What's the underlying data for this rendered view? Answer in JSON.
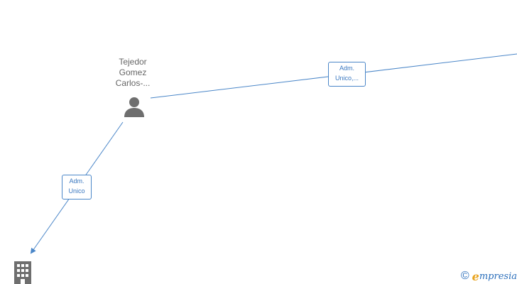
{
  "nodes": {
    "person": {
      "label_lines": [
        "Tejedor",
        "Gomez",
        "Carlos-..."
      ],
      "icon": "person-icon"
    },
    "company": {
      "icon": "building-icon"
    }
  },
  "edges": [
    {
      "label_lines": [
        "Adm.",
        "Unico,..."
      ]
    },
    {
      "label_lines": [
        "Adm.",
        "Unico"
      ]
    }
  ],
  "colors": {
    "edge": "#4a86c8",
    "icon": "#6e6e6e",
    "label_text": "#666666"
  },
  "brand": {
    "copyright_symbol": "©",
    "first_letter": "e",
    "rest": "mpresia"
  }
}
